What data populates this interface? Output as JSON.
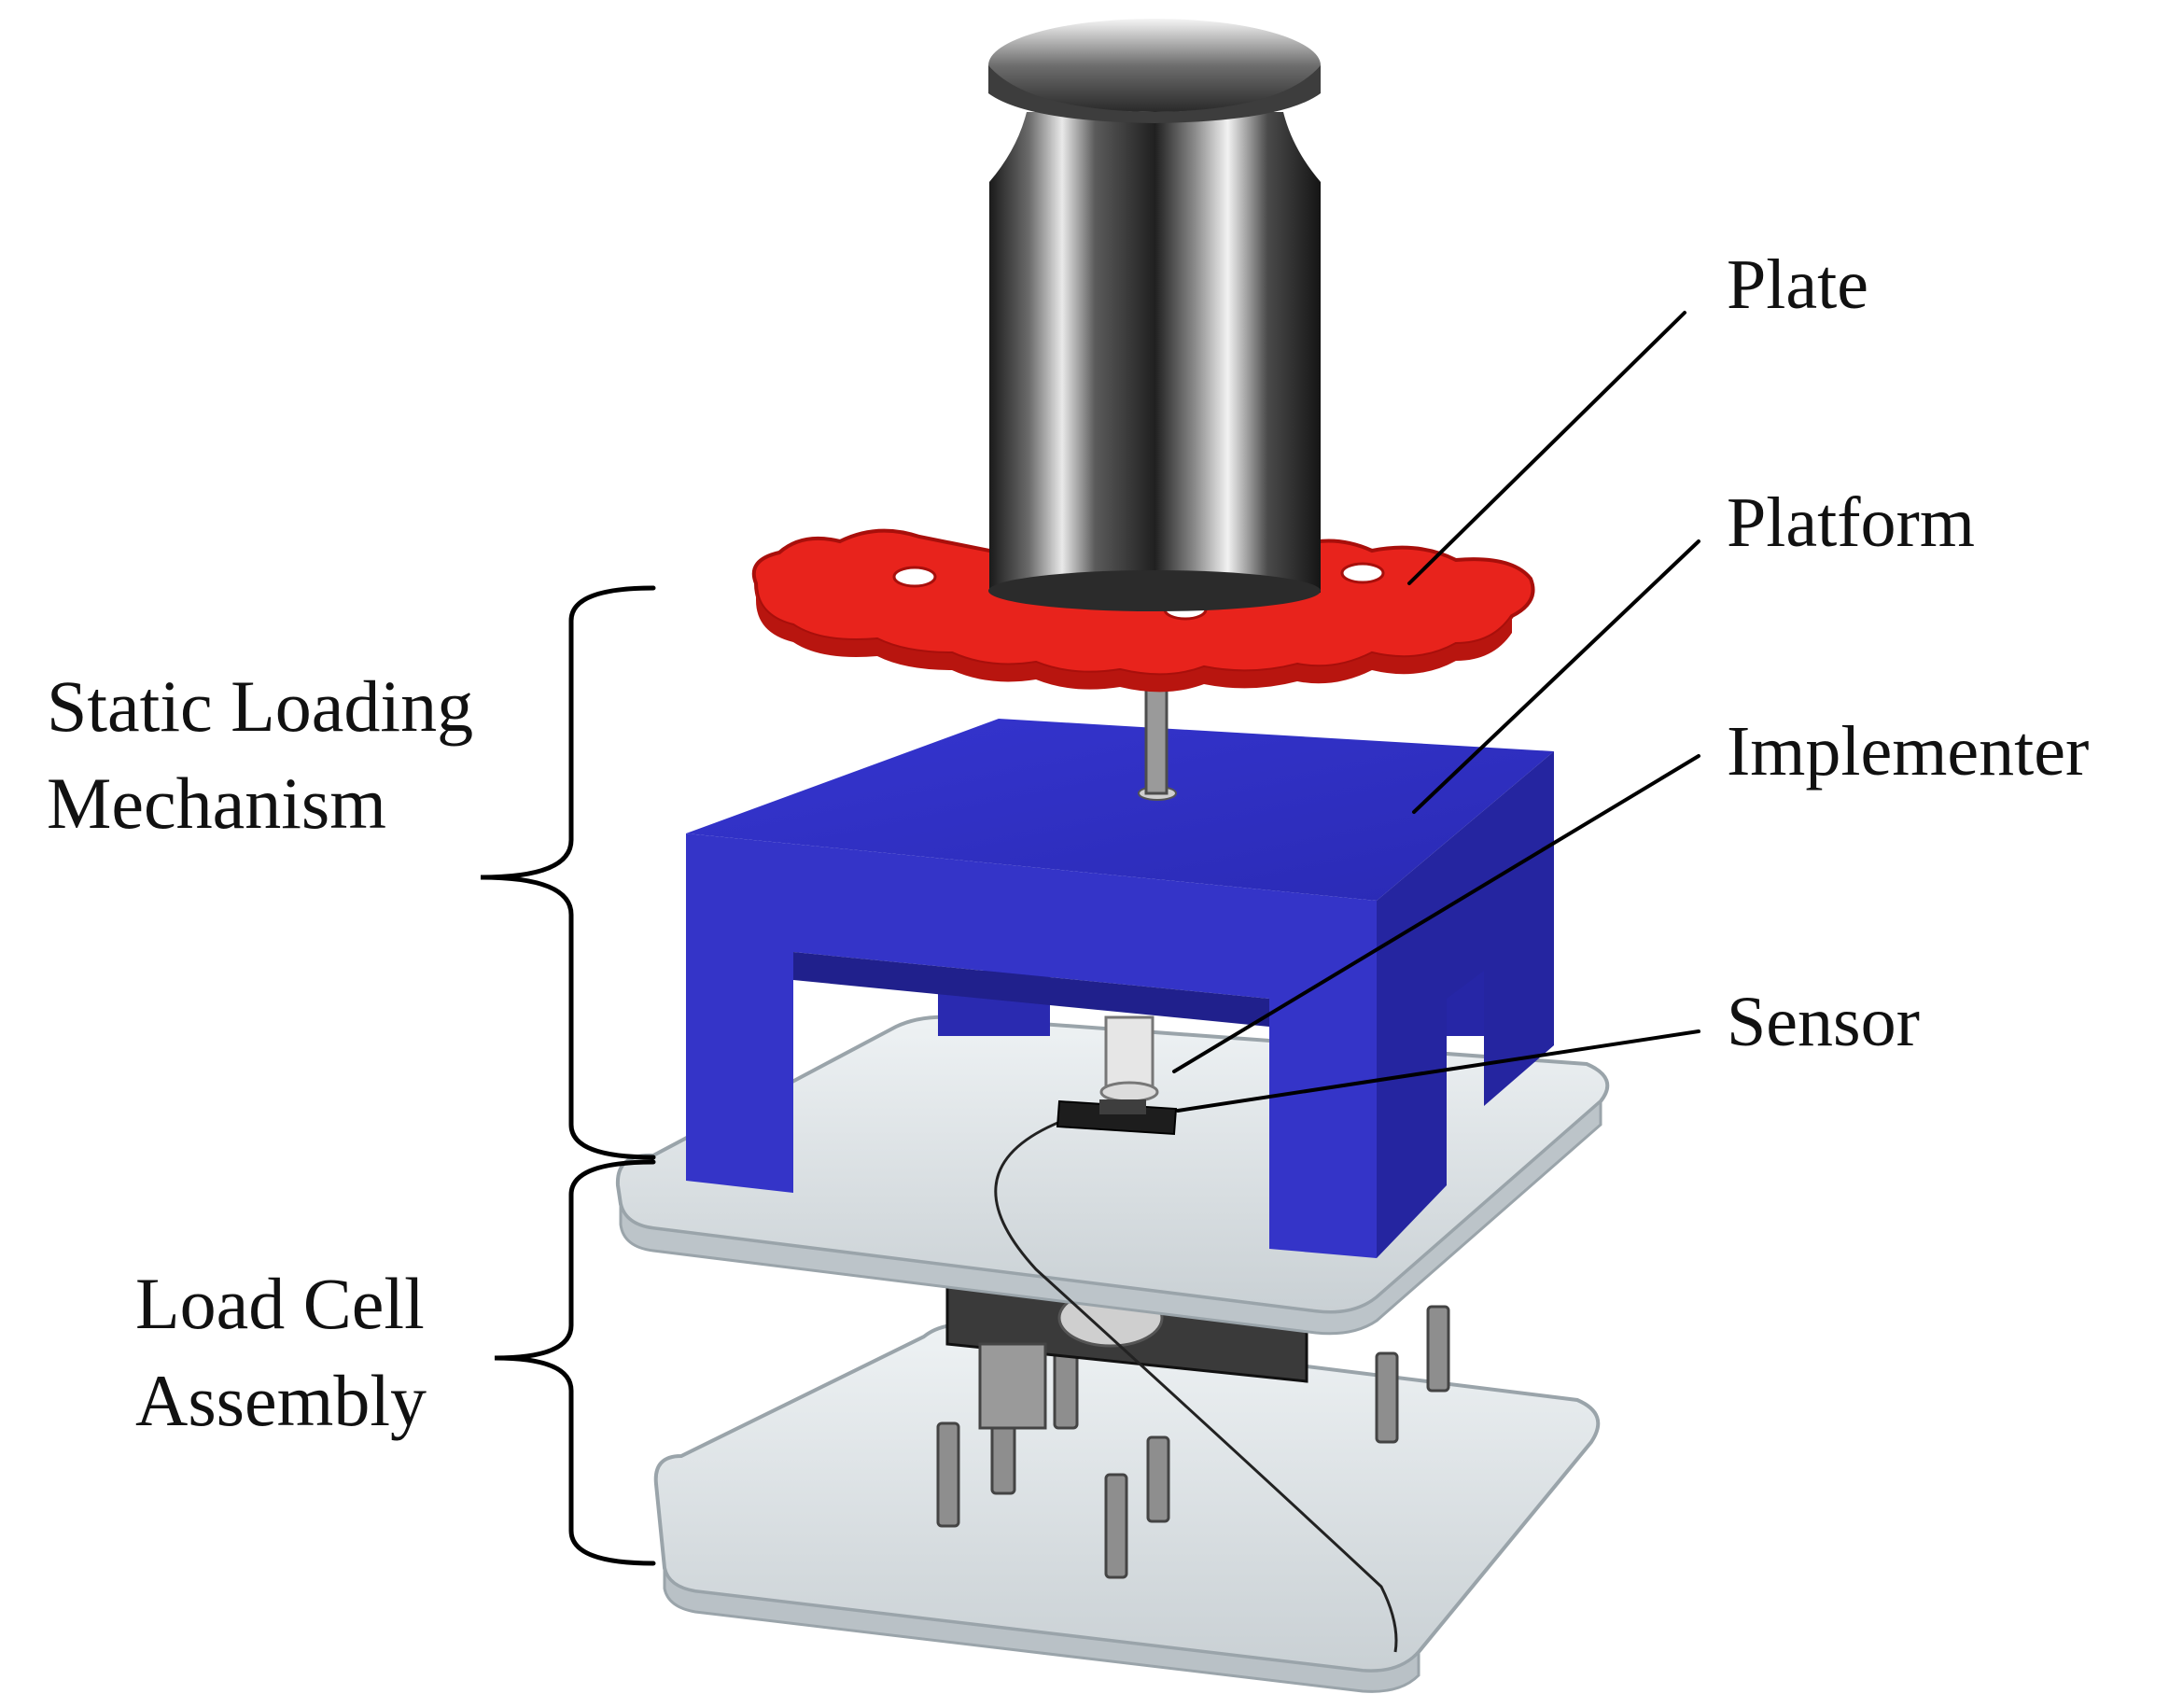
{
  "figure": {
    "labels": {
      "plate": "Plate",
      "platform": "Platform",
      "implementer": "Implementer",
      "sensor": "Sensor"
    },
    "groups": {
      "static_loading": [
        "Static Loading",
        "Mechanism"
      ],
      "load_cell": [
        "Load Cell",
        "Assembly"
      ]
    },
    "colors": {
      "plate": "#e8231c",
      "platform": "#2f2fc2",
      "weight": "#3a3a3a",
      "acrylic": "#d7dde0",
      "leader_line": "#000000"
    }
  }
}
